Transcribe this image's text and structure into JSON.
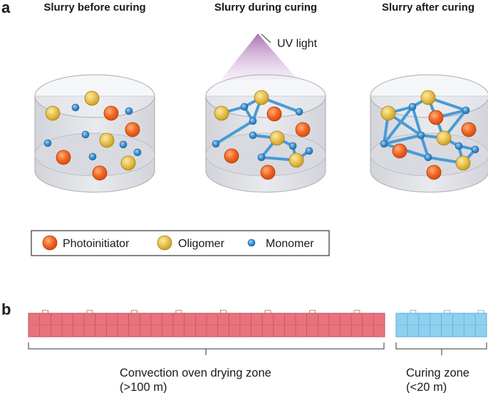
{
  "panel_a": {
    "letter": "a",
    "headings": [
      "Slurry before curing",
      "Slurry during curing",
      "Slurry after curing"
    ],
    "uv_label": "UV light",
    "legend": [
      {
        "label": "Photoinitiator",
        "color": "#f26522"
      },
      {
        "label": "Oligomer",
        "color": "#e6c04a"
      },
      {
        "label": "Monomer",
        "color": "#3a8fd0"
      }
    ]
  },
  "panel_b": {
    "letter": "b",
    "oven_zone": {
      "line1": "Convection oven drying zone",
      "line2": "(>100 m)",
      "color": "#e8737c"
    },
    "curing_zone": {
      "line1": "Curing zone",
      "line2": "(<20 m)",
      "color": "#8fd0ef"
    }
  }
}
